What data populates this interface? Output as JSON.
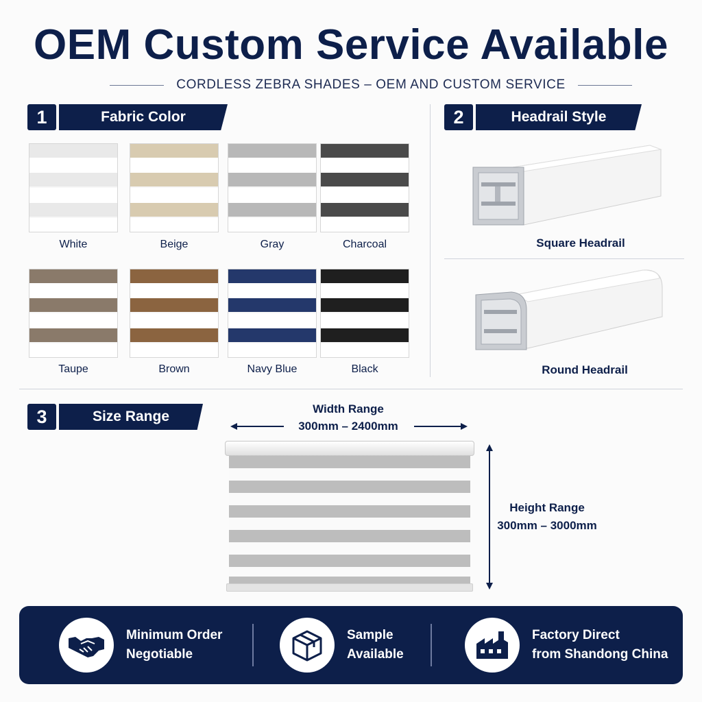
{
  "header": {
    "title": "OEM Custom Service Available",
    "subtitle": "CORDLESS ZEBRA SHADES – OEM AND CUSTOM SERVICE"
  },
  "sections": {
    "fabric": {
      "number": "1",
      "title": "Fabric Color"
    },
    "headrail": {
      "number": "2",
      "title": "Headrail Style"
    },
    "size": {
      "number": "3",
      "title": "Size Range"
    }
  },
  "fabric_colors": [
    {
      "name": "White",
      "color": "#e9e9e9"
    },
    {
      "name": "Beige",
      "color": "#d8cbb0"
    },
    {
      "name": "Gray",
      "color": "#b8b8b8"
    },
    {
      "name": "Charcoal",
      "color": "#4a4a4a"
    },
    {
      "name": "Taupe",
      "color": "#8a7a6a"
    },
    {
      "name": "Brown",
      "color": "#8b6440"
    },
    {
      "name": "Navy Blue",
      "color": "#24386b"
    },
    {
      "name": "Black",
      "color": "#1f1f1f"
    }
  ],
  "headrails": [
    {
      "name": "Square Headrail",
      "icon": "square-headrail-image"
    },
    {
      "name": "Round Headrail",
      "icon": "round-headrail-image"
    }
  ],
  "size": {
    "width_label": "Width Range",
    "width_value": "300mm – 2400mm",
    "height_label": "Height Range",
    "height_value": "300mm – 3000mm"
  },
  "footer": {
    "items": [
      {
        "line1": "Minimum Order",
        "line2": "Negotiable",
        "icon": "handshake-icon"
      },
      {
        "line1": "Sample",
        "line2": "Available",
        "icon": "package-icon"
      },
      {
        "line1": "Factory Direct",
        "line2": "from Shandong China",
        "icon": "factory-icon"
      }
    ]
  },
  "colors": {
    "brand": "#0d1f4a",
    "background": "#fbfbfb"
  }
}
